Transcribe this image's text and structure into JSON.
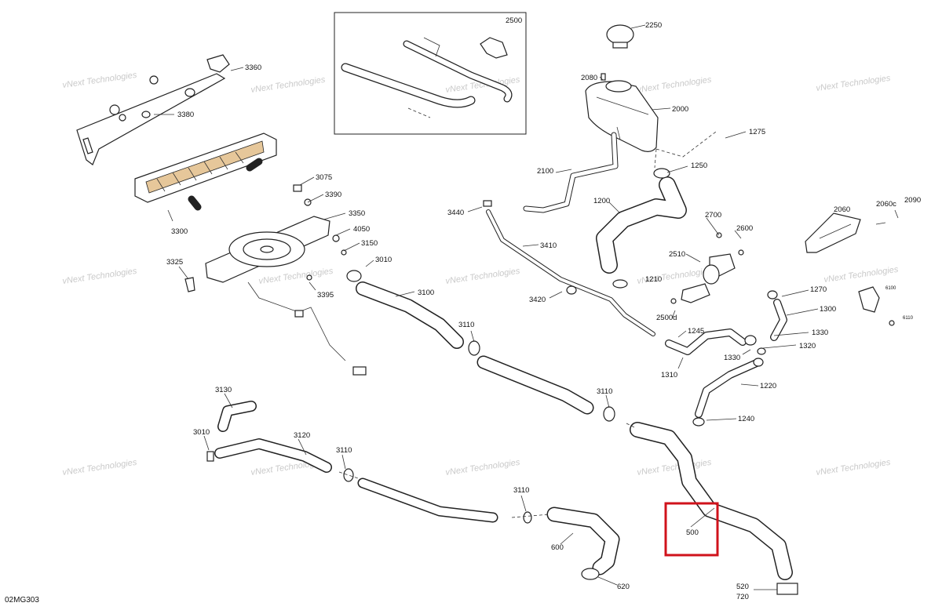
{
  "diagram_code": "02MG303",
  "watermark": "vNext Technologies",
  "highlight": {
    "label": "500",
    "color": "#d0121b"
  },
  "callouts": {
    "c2500": "2500",
    "c2250": "2250",
    "c2080": "2080",
    "c2000": "2000",
    "c1275": "1275",
    "c1250": "1250",
    "c2100": "2100",
    "c1200": "1200",
    "c3440": "3440",
    "c3410": "3410",
    "c3420": "3420",
    "c2700": "2700",
    "c2600": "2600",
    "c2510": "2510",
    "c1210": "1210",
    "c2500d": "2500d",
    "c2060": "2060",
    "c2060c": "2060c",
    "c2090": "2090",
    "c3360": "3360",
    "c3380": "3380",
    "c3300": "3300",
    "c3075": "3075",
    "c3390": "3390",
    "c3350": "3350",
    "c4050": "4050",
    "c3150": "3150",
    "c3010a": "3010",
    "c3325": "3325",
    "c3395": "3395",
    "c3100": "3100",
    "c3110a": "3110",
    "c1245": "1245",
    "c1310": "1310",
    "c1270": "1270",
    "c1300": "1300",
    "c1330a": "1330",
    "c1320": "1320",
    "c1330b": "1330",
    "c6100": "6100",
    "c6110": "6110",
    "c1220": "1220",
    "c1240": "1240",
    "c3110b": "3110",
    "c3130": "3130",
    "c3010b": "3010",
    "c3120": "3120",
    "c3110c": "3110",
    "c3110d": "3110",
    "c600": "600",
    "c620": "620",
    "c520": "520",
    "c720": "720"
  }
}
